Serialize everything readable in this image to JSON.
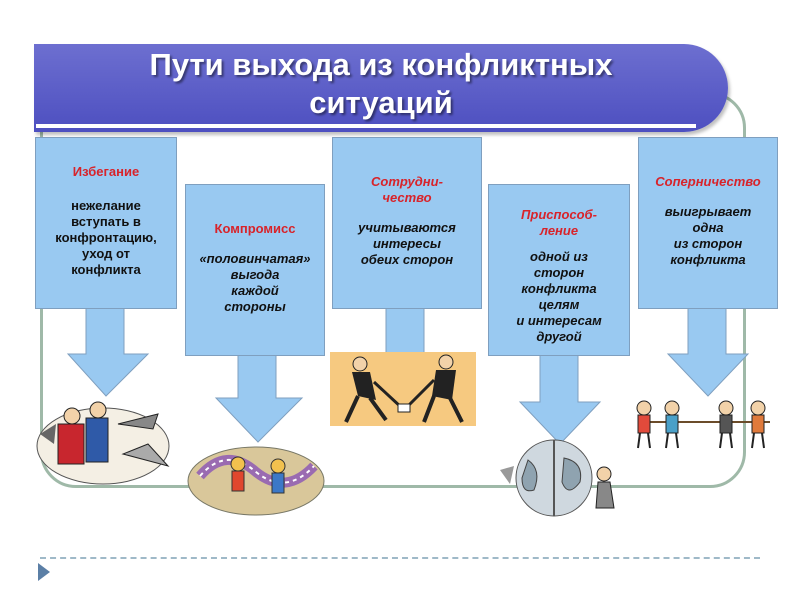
{
  "slide": {
    "title_line1": "Пути выхода из конфликтных",
    "title_line2": "ситуаций"
  },
  "boxes": [
    {
      "heading": "Избегание",
      "body": [
        "нежелание",
        "вступать в",
        "конфронтацию,",
        "уход от",
        "конфликта"
      ]
    },
    {
      "heading": "Компромисс",
      "body": [
        "«половинчатая»",
        "выгода",
        "каждой",
        "стороны"
      ]
    },
    {
      "heading": [
        "Сотрудни-",
        "чество"
      ],
      "body": [
        "учитываются",
        "интересы",
        "обеих сторон"
      ]
    },
    {
      "heading": [
        "Приспособ-",
        "ление"
      ],
      "body": [
        "одной из",
        "сторон",
        "конфликта",
        "целям",
        "и интересам",
        "другой"
      ]
    },
    {
      "heading": "Соперничество",
      "body": [
        "выигрывает",
        "одна",
        "из сторон",
        "конфликта"
      ]
    }
  ],
  "colors": {
    "title_bg": "#5558c6",
    "box_bg": "#99c9f1",
    "heading": "#d8232a",
    "arrow": "#99c9f1",
    "frame": "#9fb9a8"
  }
}
